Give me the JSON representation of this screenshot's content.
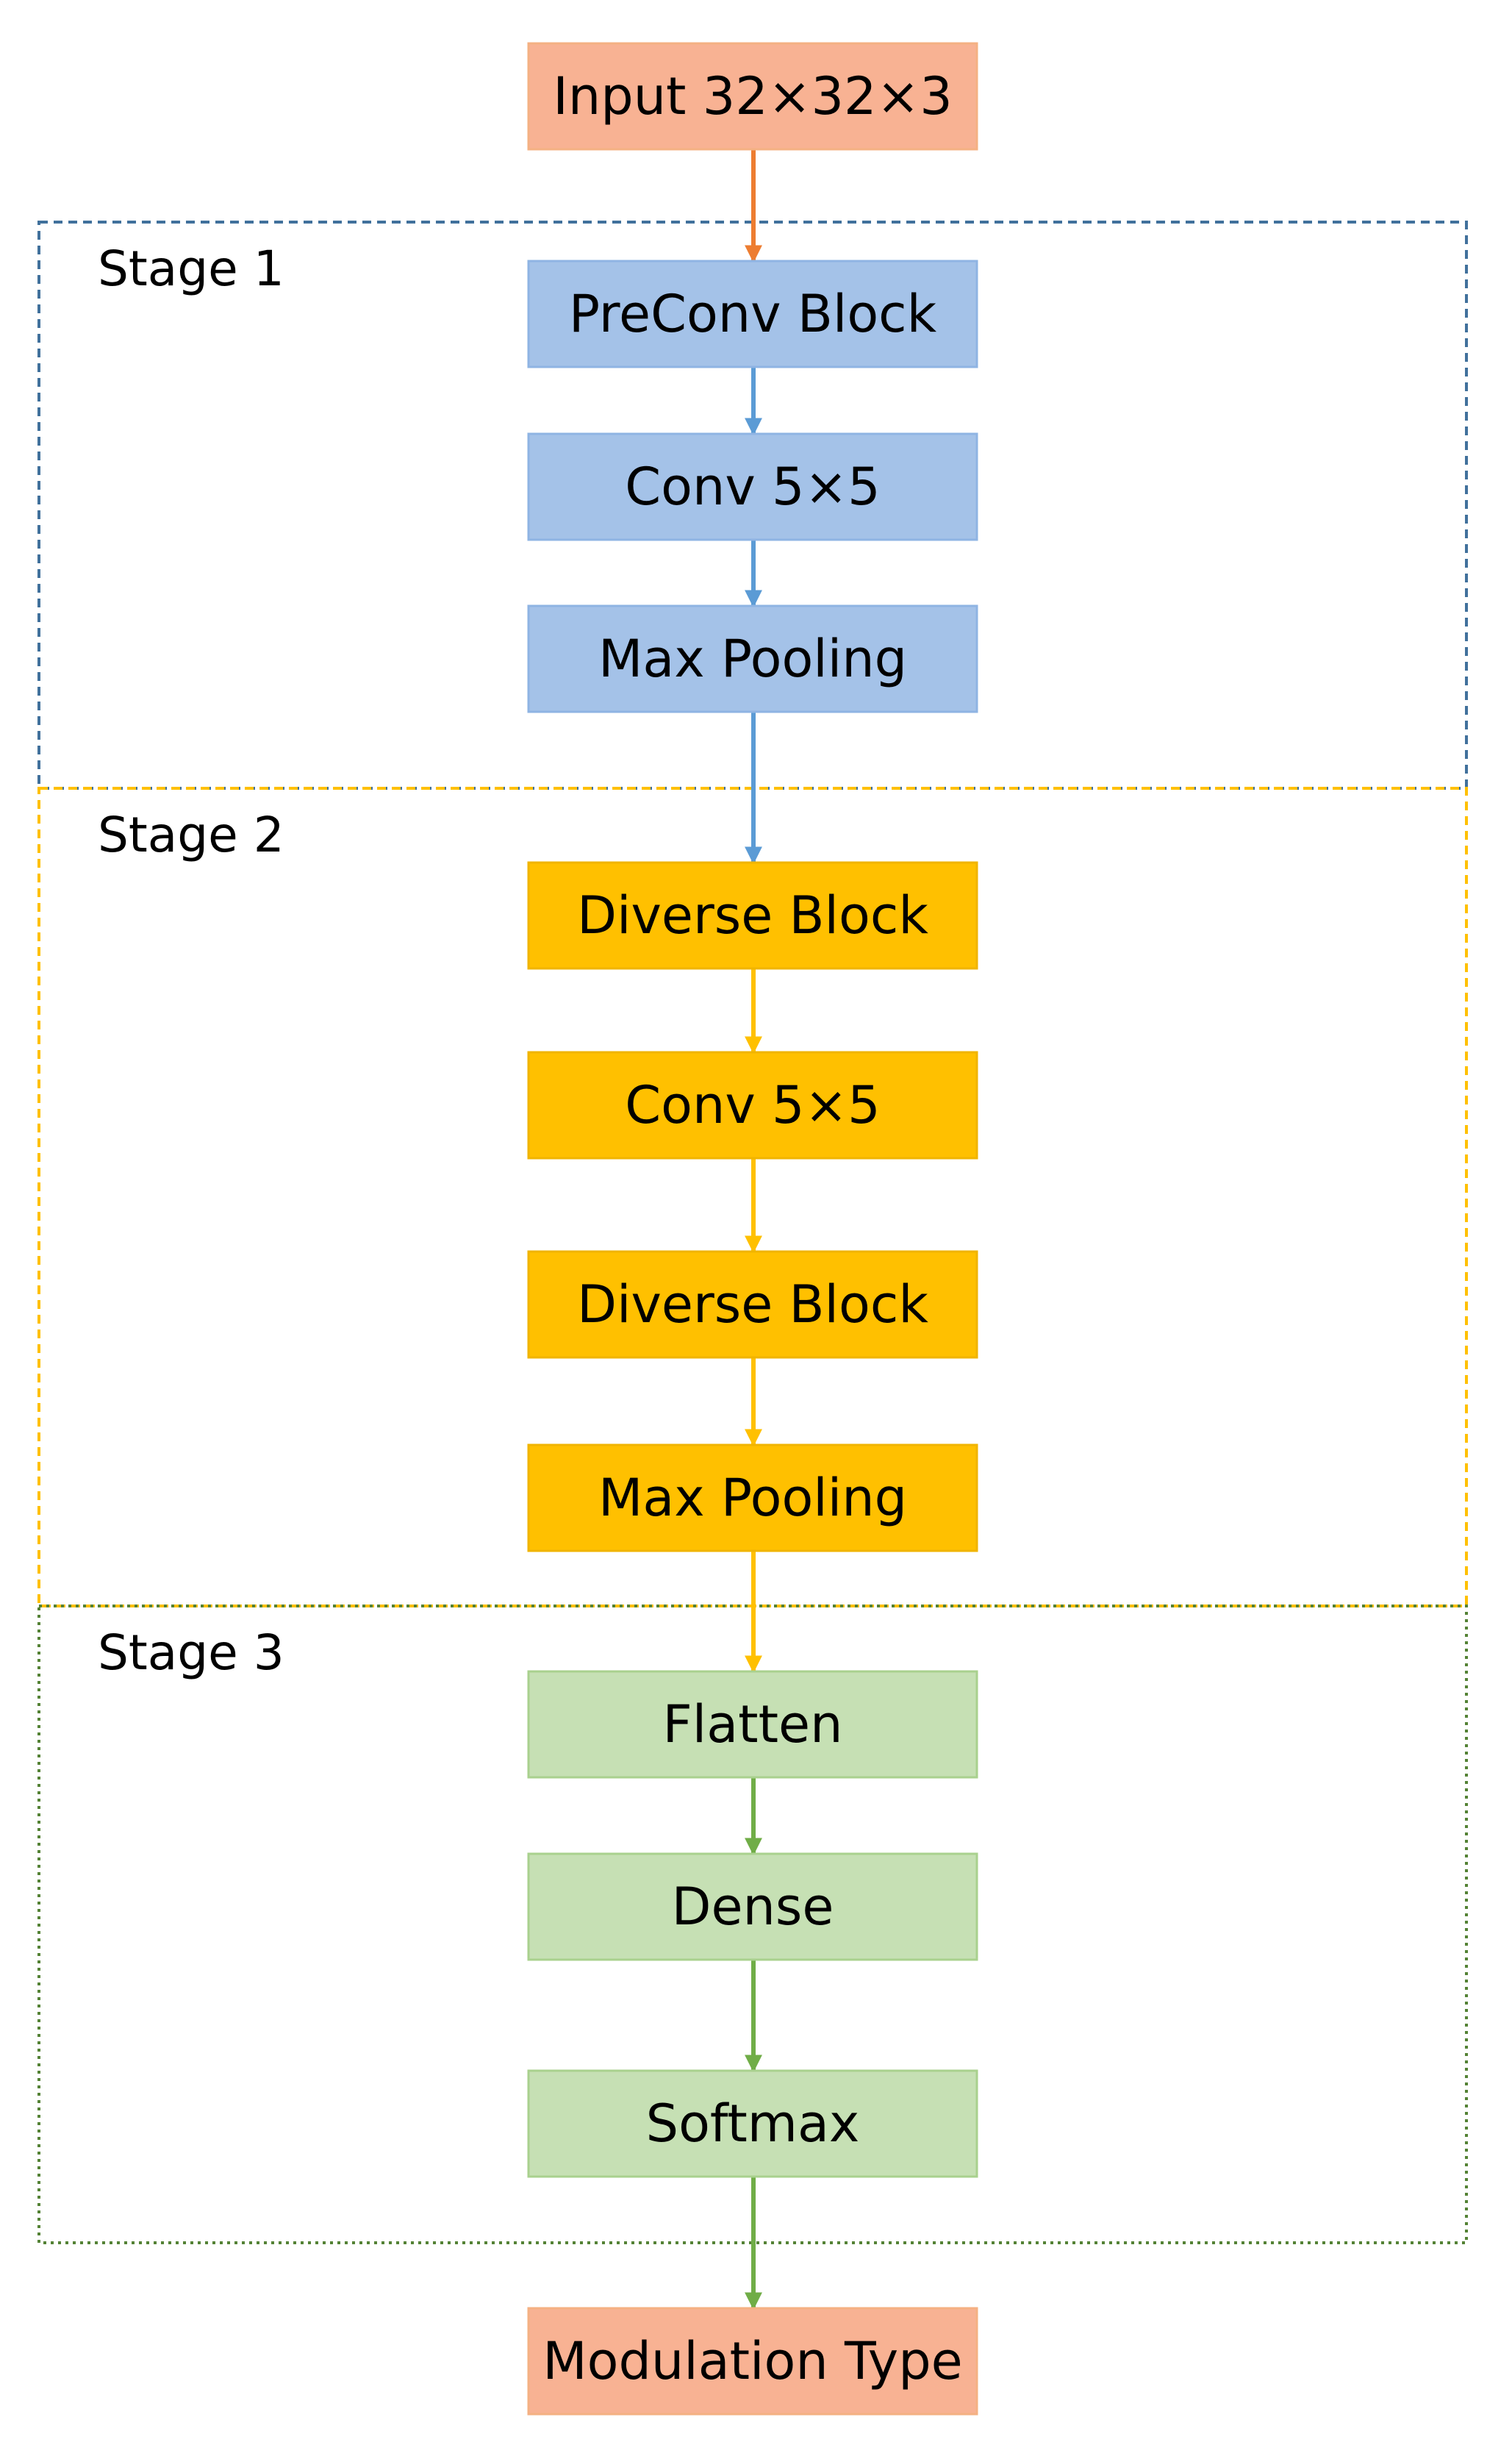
{
  "stages": [
    {
      "label": "Stage 1",
      "color": "#41719C"
    },
    {
      "label": "Stage 2",
      "color": "#FFC000"
    },
    {
      "label": "Stage 3",
      "color": "#548235"
    }
  ],
  "blocks": [
    {
      "label": "Input 32×32×3",
      "fill": "#F8B293",
      "stroke": "#F4B183"
    },
    {
      "label": "PreConv Block",
      "fill": "#A4C2E8",
      "stroke": "#8FB4E3"
    },
    {
      "label": "Conv 5×5",
      "fill": "#A4C2E8",
      "stroke": "#8FB4E3"
    },
    {
      "label": "Max Pooling",
      "fill": "#A4C2E8",
      "stroke": "#8FB4E3"
    },
    {
      "label": "Diverse Block",
      "fill": "#FFC000",
      "stroke": "#F0B400"
    },
    {
      "label": "Conv 5×5",
      "fill": "#FFC000",
      "stroke": "#F0B400"
    },
    {
      "label": "Diverse Block",
      "fill": "#FFC000",
      "stroke": "#F0B400"
    },
    {
      "label": "Max Pooling",
      "fill": "#FFC000",
      "stroke": "#F0B400"
    },
    {
      "label": "Flatten",
      "fill": "#C6E0B4",
      "stroke": "#A9D18E"
    },
    {
      "label": "Dense",
      "fill": "#C6E0B4",
      "stroke": "#A9D18E"
    },
    {
      "label": "Softmax",
      "fill": "#C6E0B4",
      "stroke": "#A9D18E"
    },
    {
      "label": "Modulation Type",
      "fill": "#F8B293",
      "stroke": "#F4B183"
    }
  ],
  "arrow_colors": [
    "#ED7D31",
    "#5B9BD5",
    "#5B9BD5",
    "#5B9BD5",
    "#FFC000",
    "#FFC000",
    "#FFC000",
    "#FFC000",
    "#70AD47",
    "#70AD47",
    "#70AD47"
  ]
}
